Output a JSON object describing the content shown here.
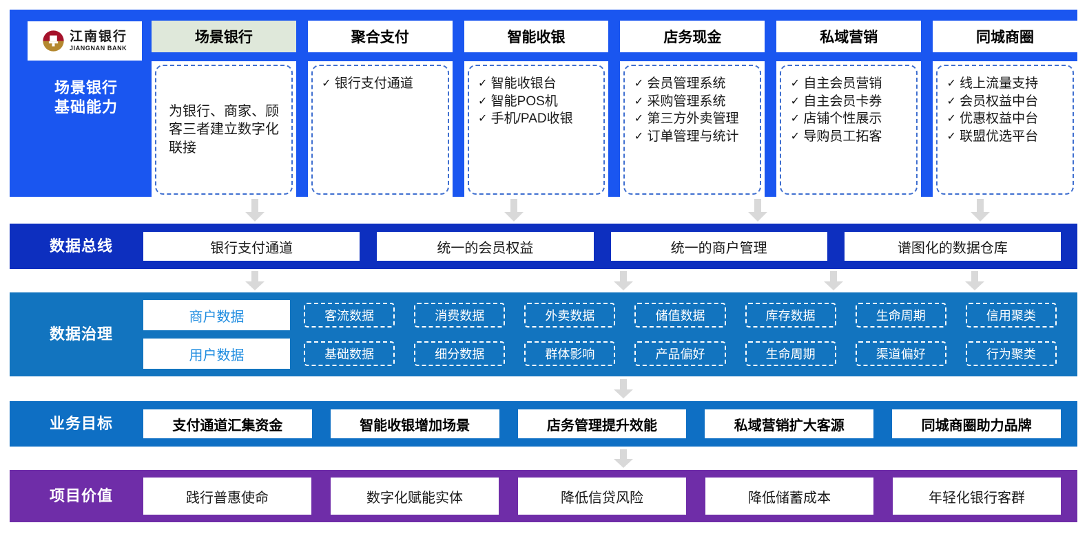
{
  "brand": {
    "logo_cn": "江南银行",
    "logo_en": "JIANGNAN BANK",
    "logo_icon": "bank-circle-logo",
    "colors": {
      "scenario_band": "#1a56f0",
      "bus_band": "#0d2fbf",
      "governance_band": "#1274bf",
      "goal_band": "#0e6fc4",
      "value_band": "#6f2da8",
      "active_tab": "#dfe8da",
      "card_border": "#3f6fd0",
      "governance_text": "#1e8ce0",
      "arrow": "#d9d9d9"
    }
  },
  "scenario": {
    "label": "场景银行\n基础能力",
    "label_line1": "场景银行",
    "label_line2": "基础能力",
    "columns": [
      {
        "header": "场景银行",
        "active": true,
        "type": "text",
        "text": "为银行、商家、顾客三者建立数字化联接",
        "items": []
      },
      {
        "header": "聚合支付",
        "active": false,
        "type": "list",
        "text": "",
        "items": [
          "银行支付通道"
        ]
      },
      {
        "header": "智能收银",
        "active": false,
        "type": "list",
        "text": "",
        "items": [
          "智能收银台",
          "智能POS机",
          "手机/PAD收银"
        ]
      },
      {
        "header": "店务现金",
        "active": false,
        "type": "list",
        "text": "",
        "items": [
          "会员管理系统",
          "采购管理系统",
          "第三方外卖管理",
          "订单管理与统计"
        ]
      },
      {
        "header": "私域营销",
        "active": false,
        "type": "list",
        "text": "",
        "items": [
          "自主会员营销",
          "自主会员卡券",
          "店铺个性展示",
          "导购员工拓客"
        ]
      },
      {
        "header": "同城商圈",
        "active": false,
        "type": "list",
        "text": "",
        "items": [
          "线上流量支持",
          "会员权益中台",
          "优惠权益中台",
          "联盟优选平台"
        ]
      }
    ],
    "check_glyph": "✓"
  },
  "data_bus": {
    "label": "数据总线",
    "items": [
      "银行支付通道",
      "统一的会员权益",
      "统一的商户管理",
      "谱图化的数据仓库"
    ]
  },
  "governance": {
    "label": "数据治理",
    "rows": [
      {
        "primary": "商户数据",
        "tags": [
          "客流数据",
          "消费数据",
          "外卖数据",
          "储值数据",
          "库存数据",
          "生命周期",
          "信用聚类"
        ]
      },
      {
        "primary": "用户数据",
        "tags": [
          "基础数据",
          "细分数据",
          "群体影响",
          "产品偏好",
          "生命周期",
          "渠道偏好",
          "行为聚类"
        ]
      }
    ]
  },
  "business_goals": {
    "label": "业务目标",
    "items": [
      "支付通道汇集资金",
      "智能收银增加场景",
      "店务管理提升效能",
      "私域营销扩大客源",
      "同城商圈助力品牌"
    ]
  },
  "project_value": {
    "label": "项目价值",
    "items": [
      "践行普惠使命",
      "数字化赋能实体",
      "降低信贷风险",
      "降低储蓄成本",
      "年轻化银行客群"
    ]
  }
}
